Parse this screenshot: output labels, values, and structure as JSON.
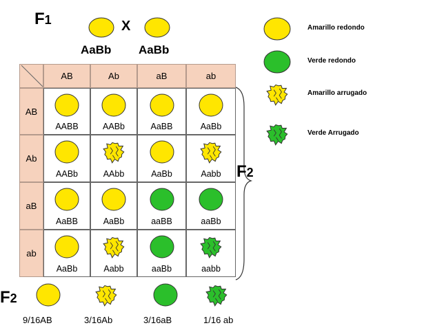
{
  "parental": {
    "generation_label": "F",
    "generation_sub": "1",
    "cross_symbol": "X",
    "parent1": "AaBb",
    "parent2": "AaBb"
  },
  "legend": [
    {
      "label": "Amarillo redondo",
      "color": "yellow",
      "shape": "round"
    },
    {
      "label": "Verde redondo",
      "color": "green",
      "shape": "round"
    },
    {
      "label": "Amarillo arrugado",
      "color": "yellow",
      "shape": "wrinkled"
    },
    {
      "label": "Verde Arrugado",
      "color": "green",
      "shape": "wrinkled"
    }
  ],
  "colors": {
    "yellow": "#ffe600",
    "green": "#2bbf2b",
    "header_bg": "#f6d2bd"
  },
  "punnett": {
    "col_headers": [
      "AB",
      "Ab",
      "aB",
      "ab"
    ],
    "row_headers": [
      "AB",
      "Ab",
      "aB",
      "ab"
    ],
    "cells": [
      [
        {
          "g": "AABB",
          "c": "yellow",
          "s": "round"
        },
        {
          "g": "AABb",
          "c": "yellow",
          "s": "round"
        },
        {
          "g": "AaBB",
          "c": "yellow",
          "s": "round"
        },
        {
          "g": "AaBb",
          "c": "yellow",
          "s": "round"
        }
      ],
      [
        {
          "g": "AABb",
          "c": "yellow",
          "s": "round"
        },
        {
          "g": "AAbb",
          "c": "yellow",
          "s": "wrinkled"
        },
        {
          "g": "AaBb",
          "c": "yellow",
          "s": "round"
        },
        {
          "g": "Aabb",
          "c": "yellow",
          "s": "wrinkled"
        }
      ],
      [
        {
          "g": "AaBB",
          "c": "yellow",
          "s": "round"
        },
        {
          "g": "AaBb",
          "c": "yellow",
          "s": "round"
        },
        {
          "g": "aaBB",
          "c": "green",
          "s": "round"
        },
        {
          "g": "aaBb",
          "c": "green",
          "s": "round"
        }
      ],
      [
        {
          "g": "AaBb",
          "c": "yellow",
          "s": "round"
        },
        {
          "g": "Aabb",
          "c": "yellow",
          "s": "wrinkled"
        },
        {
          "g": "aaBb",
          "c": "green",
          "s": "round"
        },
        {
          "g": "aabb",
          "c": "green",
          "s": "wrinkled"
        }
      ]
    ]
  },
  "f2_brace_label": {
    "letter": "F",
    "sub": "2"
  },
  "f2_summary": {
    "label_letter": "F",
    "label_sub": "2",
    "items": [
      {
        "ratio": "9/16AB",
        "c": "yellow",
        "s": "round"
      },
      {
        "ratio": "3/16Ab",
        "c": "yellow",
        "s": "wrinkled"
      },
      {
        "ratio": "3/16aB",
        "c": "green",
        "s": "round"
      },
      {
        "ratio": "1/16 ab",
        "c": "green",
        "s": "wrinkled"
      }
    ]
  }
}
